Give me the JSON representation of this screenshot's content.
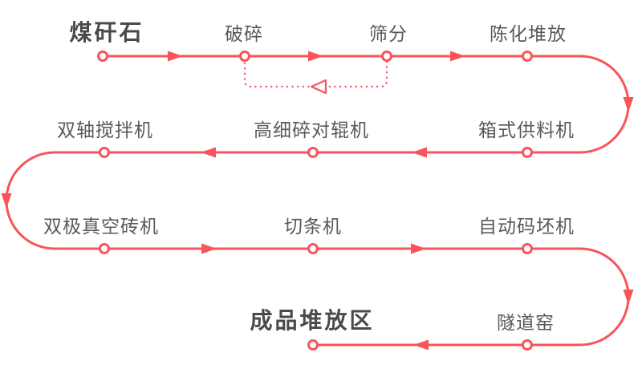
{
  "colors": {
    "line": "#f8545a",
    "label": "#595959",
    "emphasis": "#4a4a4a",
    "background": "#ffffff"
  },
  "nodes": {
    "coal_gangue": "煤矸石",
    "crushing": "破碎",
    "screening": "筛分",
    "aging_stockpile": "陈化堆放",
    "box_feeder": "箱式供料机",
    "fine_roller_crusher": "高细碎对辊机",
    "double_shaft_mixer": "双轴搅拌机",
    "vacuum_brick_machine": "双极真空砖机",
    "strip_cutter": "切条机",
    "auto_stacker": "自动码坯机",
    "tunnel_kiln": "隧道窑",
    "finished_area": "成品堆放区"
  },
  "sequence": [
    "煤矸石",
    "破碎",
    "筛分",
    "陈化堆放",
    "箱式供料机",
    "高细碎对辊机",
    "双轴搅拌机",
    "双极真空砖机",
    "切条机",
    "自动码坯机",
    "隧道窑",
    "成品堆放区"
  ],
  "feedback_loop": {
    "from": "筛分",
    "to": "破碎",
    "style": "dotted"
  }
}
